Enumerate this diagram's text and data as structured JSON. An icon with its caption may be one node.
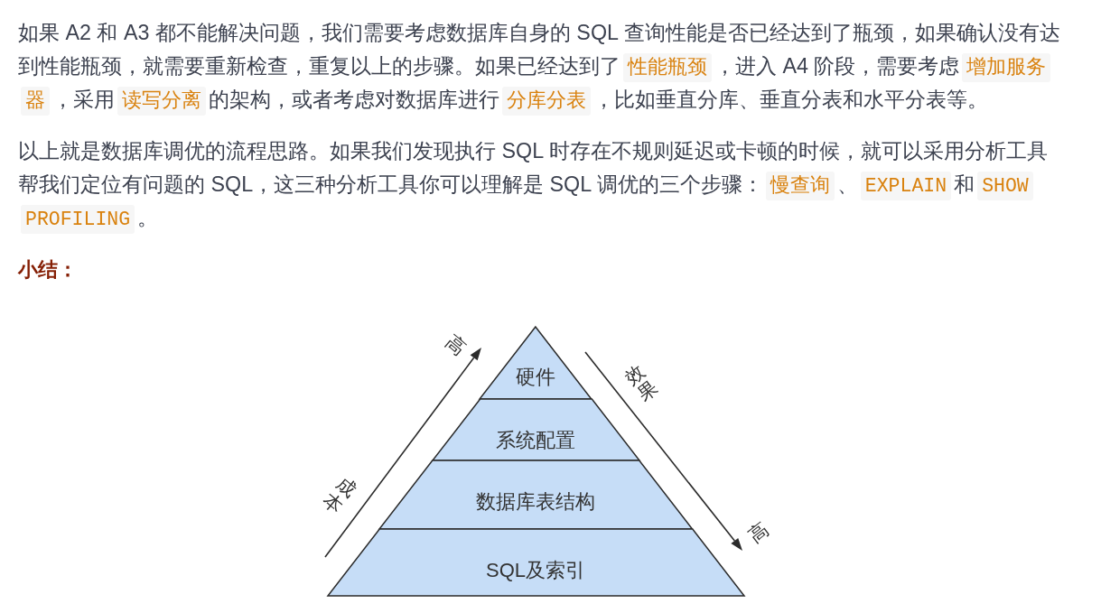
{
  "diagram": {
    "title": "小结：",
    "nodes": [
      {
        "text": [
          "硬件"
        ]
      },
      {
        "text": [
          "系统配置"
        ]
      },
      {
        "text": [
          "数据库表结构"
        ]
      },
      {
        "text": [
          "SQL及索引"
        ]
      }
    ],
    "labels": [
      "如果 A2 和 A3 都不能解决问题，我们需要考虑数据库自身的 SQL 查询性能是否已经达到了瓶颈，如果确认没有达到性能瓶颈，就需要重新检查，重复以上的步骤。如果已经达到了",
      "性能瓶颈",
      "，进入 A4 阶段，需要考虑",
      "增加服务器",
      "，采用",
      "读写分离",
      "的架构，或者考虑对数据库进行",
      "分库分表",
      "，比如垂直分库、垂直分表和水平分表等。",
      "以上就是数据库调优的流程思路。如果我们发现执行 SQL 时存在不规则延迟或卡顿的时候，就可以采用分析工具帮我们定位有问题的 SQL，这三种分析工具你可以理解是 SQL 调优的三个步骤：",
      "慢查询",
      "、",
      "EXPLAIN",
      "和",
      "SHOW PROFILING",
      "。",
      "高",
      "成本",
      "效果",
      "高"
    ]
  }
}
